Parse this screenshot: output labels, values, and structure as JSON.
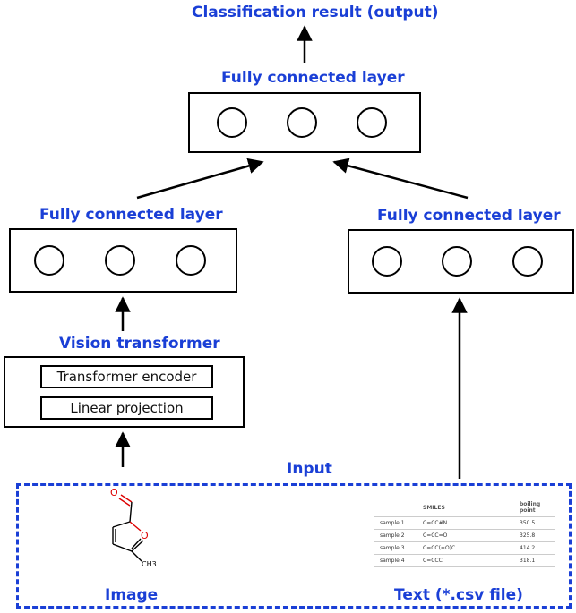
{
  "output_label": "Classification result (output)",
  "top_fc_label": "Fully connected layer",
  "left_fc_label": "Fully connected layer",
  "right_fc_label": "Fully connected layer",
  "vit_label": "Vision transformer",
  "vit_encoder_label": "Transformer encoder",
  "vit_projection_label": "Linear projection",
  "input_label": "Input",
  "image_label": "Image",
  "text_label": "Text (*.csv file)",
  "molecule": {
    "aldehyde_o": "O",
    "ring_o": "O",
    "methyl": "CH3"
  },
  "csv_table": {
    "headers": [
      "",
      "SMILES",
      "boiling point"
    ],
    "rows": [
      [
        "sample 1",
        "C=CC#N",
        "350.5"
      ],
      [
        "sample 2",
        "C=CC=O",
        "325.8"
      ],
      [
        "sample 3",
        "C=CC(=O)C",
        "414.2"
      ],
      [
        "sample 4",
        "C=CCCl",
        "318.1"
      ]
    ]
  },
  "colors": {
    "accent": "#1a3fd6",
    "line": "#000000"
  }
}
